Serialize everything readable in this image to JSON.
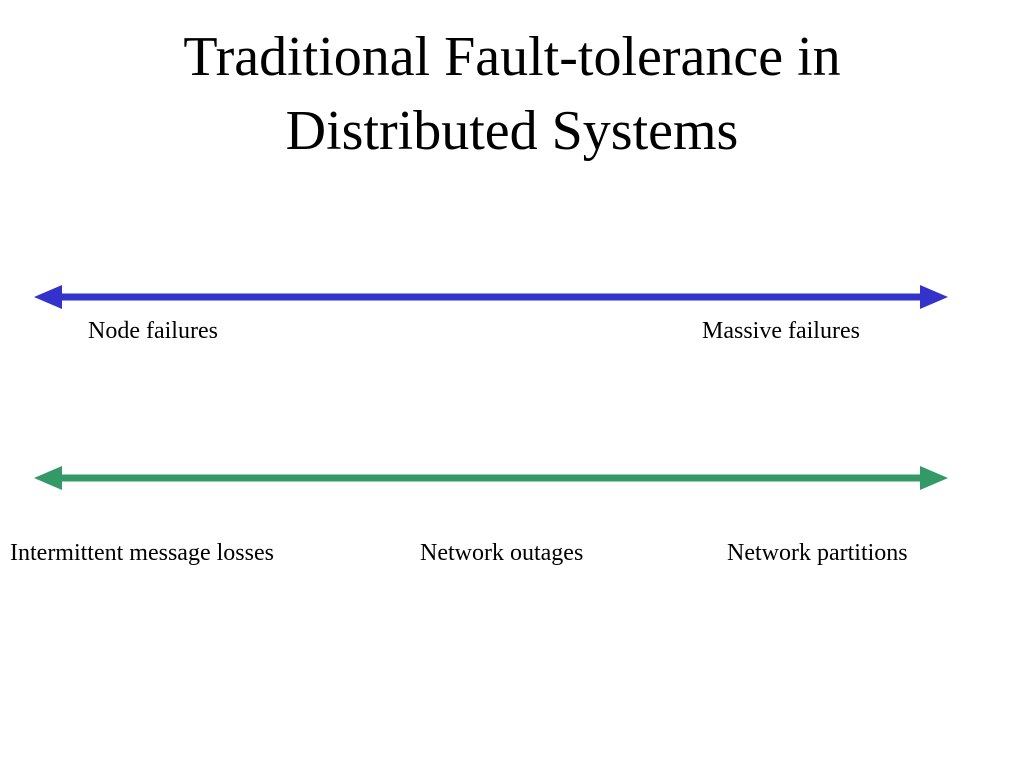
{
  "title": {
    "line1": "Traditional Fault-tolerance in",
    "line2": "Distributed Systems"
  },
  "spectrum_node": {
    "color": "#3333cc",
    "left_label": "Node failures",
    "right_label": "Massive failures"
  },
  "spectrum_network": {
    "color": "#339966",
    "left_label": "Intermittent message losses",
    "middle_label": "Network outages",
    "right_label": "Network partitions"
  }
}
